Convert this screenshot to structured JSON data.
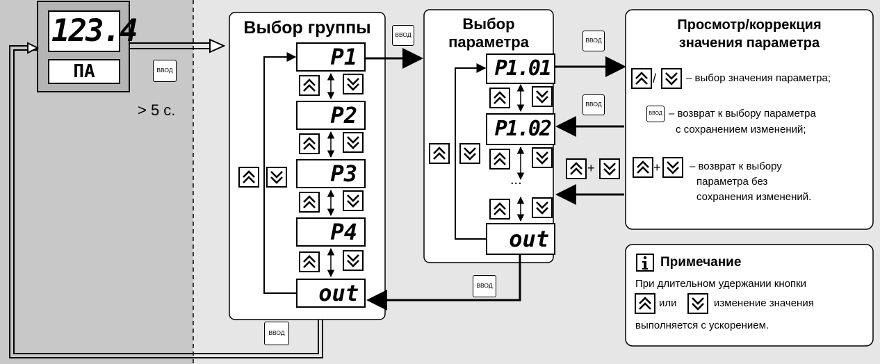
{
  "device": {
    "display_value": "123.4",
    "mode_label": "ПА",
    "enter_key": "ВВОД",
    "hold_time": "> 5 с."
  },
  "group_panel": {
    "title": "Выбор группы",
    "groups": [
      "P1",
      "P2",
      "P3",
      "P4"
    ],
    "exit_label": "out"
  },
  "param_panel": {
    "title_line1": "Выбор",
    "title_line2": "параметра",
    "params": [
      "P1.01",
      "P1.02"
    ],
    "ellipsis": "...",
    "exit_label": "out"
  },
  "view_panel": {
    "title_line1": "Просмотр/коррекция",
    "title_line2": "значения параметра",
    "item_select": "– выбор значения параметра;",
    "item_save_1": "– возврат к выбору параметра",
    "item_save_2": "с сохранением изменений;",
    "item_nosave_1": "– возврат к выбору",
    "item_nosave_2": "параметра без",
    "item_nosave_3": "сохранения изменений."
  },
  "note": {
    "title": "Примечание",
    "line1": "При длительном удержании кнопки",
    "line2_mid": "или",
    "line2_end": "изменение значения",
    "line3": "выполняется с ускорением."
  },
  "colors": {
    "background": "#e6e6e6",
    "device_shade": "#c8c8c8",
    "line": "#000000"
  }
}
